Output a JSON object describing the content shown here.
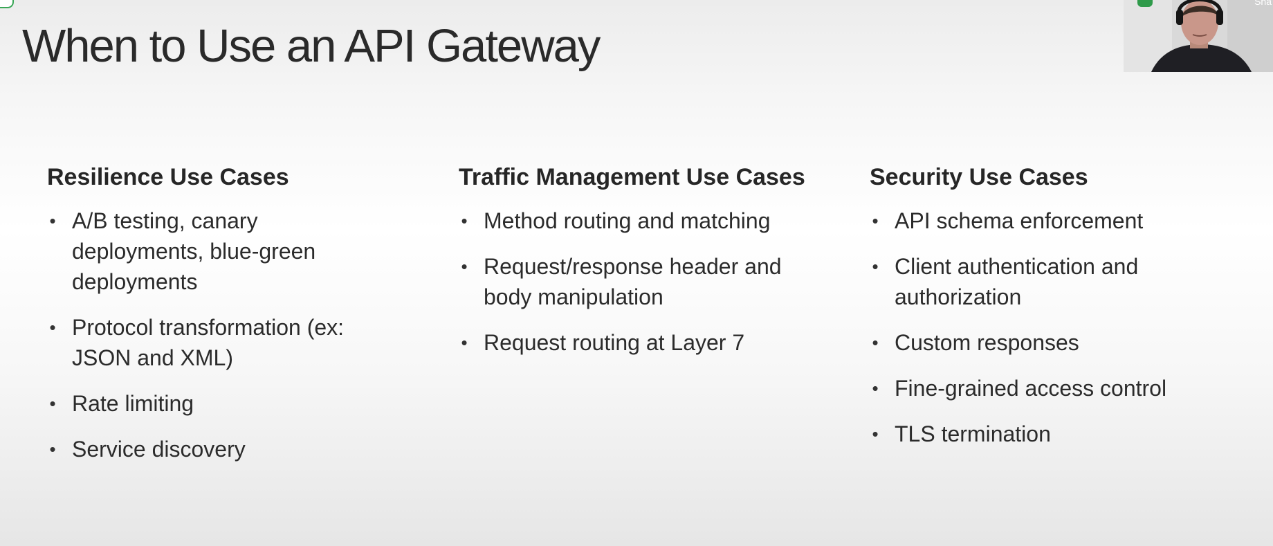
{
  "slide": {
    "title": "When to Use an API Gateway",
    "columns": [
      {
        "heading": "Resilience Use Cases",
        "items": [
          "A/B testing, canary deployments, blue-green deployments",
          "Protocol transformation (ex: JSON and XML)",
          "Rate limiting",
          "Service discovery"
        ]
      },
      {
        "heading": "Traffic Management Use Cases",
        "items": [
          "Method routing and matching",
          "Request/response header and body manipulation",
          "Request routing at Layer 7"
        ]
      },
      {
        "heading": "Security Use Cases",
        "items": [
          "API schema enforcement",
          "Client authentication and authorization",
          "Custom responses",
          "Fine-grained access control",
          "TLS termination"
        ]
      }
    ],
    "bullet_glyph": "•"
  },
  "webcam": {
    "name_label": "Sha"
  },
  "colors": {
    "title": "#2a2a2a",
    "text": "#2b2b2b",
    "accent_green": "#2f9a4a"
  }
}
